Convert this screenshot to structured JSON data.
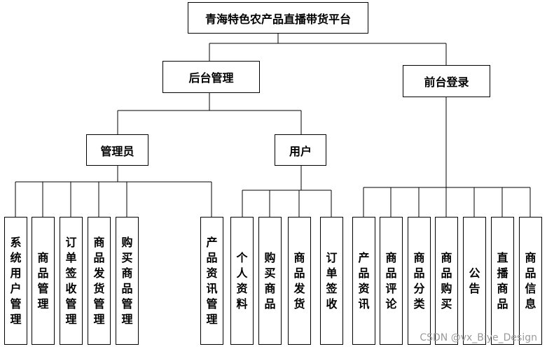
{
  "root": "青海特色农产品直播带货平台",
  "backend": "后台管理",
  "frontend": "前台登录",
  "admin": "管理员",
  "user": "用户",
  "admin_items": [
    "系统用户管理",
    "商品管理",
    "订单签收管理",
    "商品发货管理",
    "购买商品管理",
    "产品资讯管理"
  ],
  "user_items": [
    "个人资料",
    "购买商品",
    "商品发货",
    "订单签收"
  ],
  "front_items": [
    "产品资讯",
    "商品评论",
    "商品分类",
    "商品购买",
    "公告",
    "直播商品",
    "商品信息"
  ],
  "watermark": "CSDN @vx_Biye_Design"
}
